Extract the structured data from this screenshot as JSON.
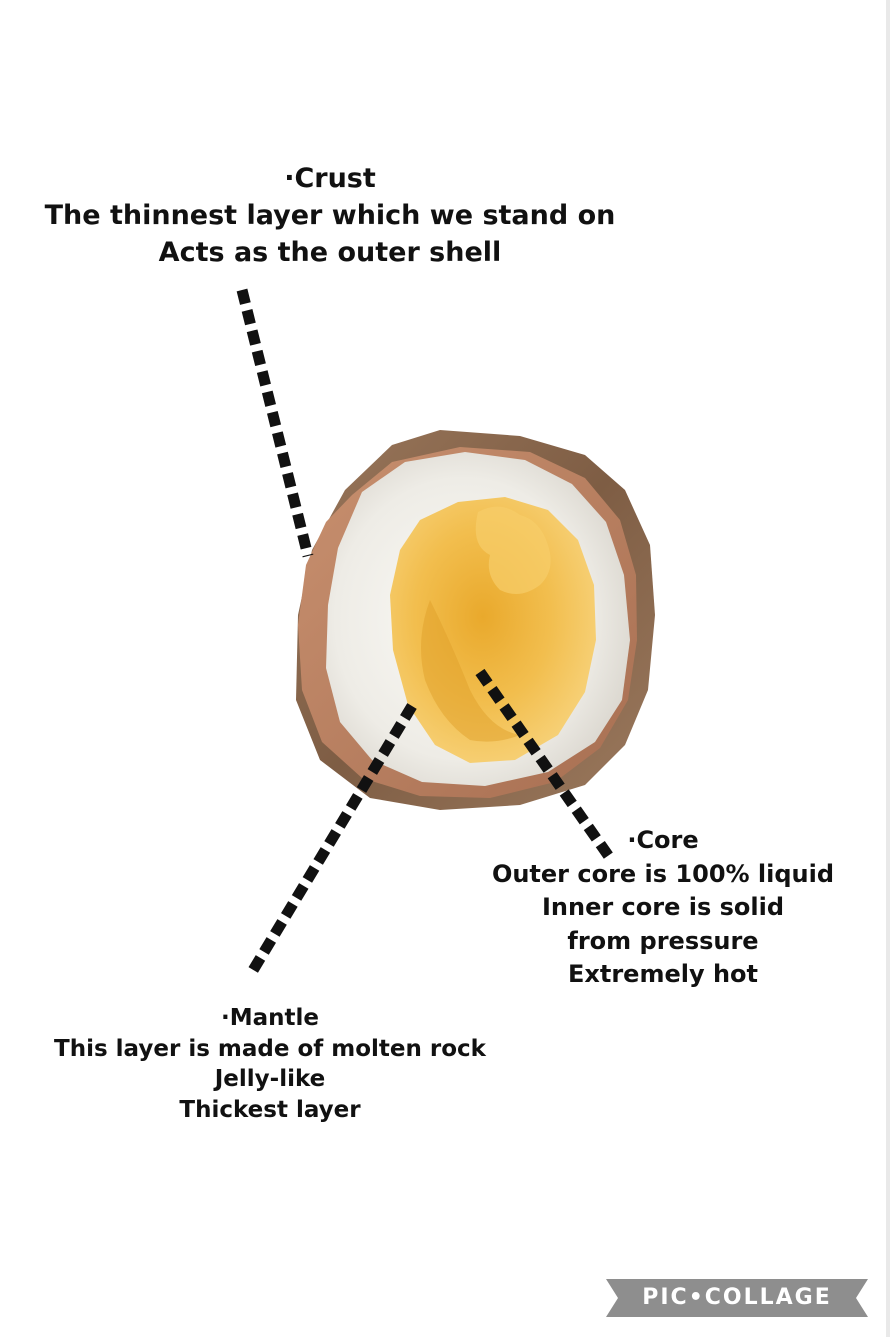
{
  "diagram": {
    "crust": {
      "heading": "·Crust",
      "lines": [
        "The thinnest layer which we stand on",
        "Acts as the outer shell"
      ]
    },
    "core": {
      "heading": "·Core",
      "lines": [
        "Outer core is 100% liquid",
        "Inner core is solid",
        "from pressure",
        "Extremely hot"
      ]
    },
    "mantle": {
      "heading": "·Mantle",
      "lines": [
        "This layer is made of molten rock",
        "Jelly-like",
        "Thickest layer"
      ]
    }
  },
  "watermark": {
    "text": "PIC•COLLAGE"
  },
  "colors": {
    "leader_line": "#111111",
    "shell": "#b57a5c",
    "egg_white": "#f1efe9",
    "yolk": "#f0b640",
    "wood": "#8d6a4f",
    "watermark_bg": "#8e8e8e"
  }
}
